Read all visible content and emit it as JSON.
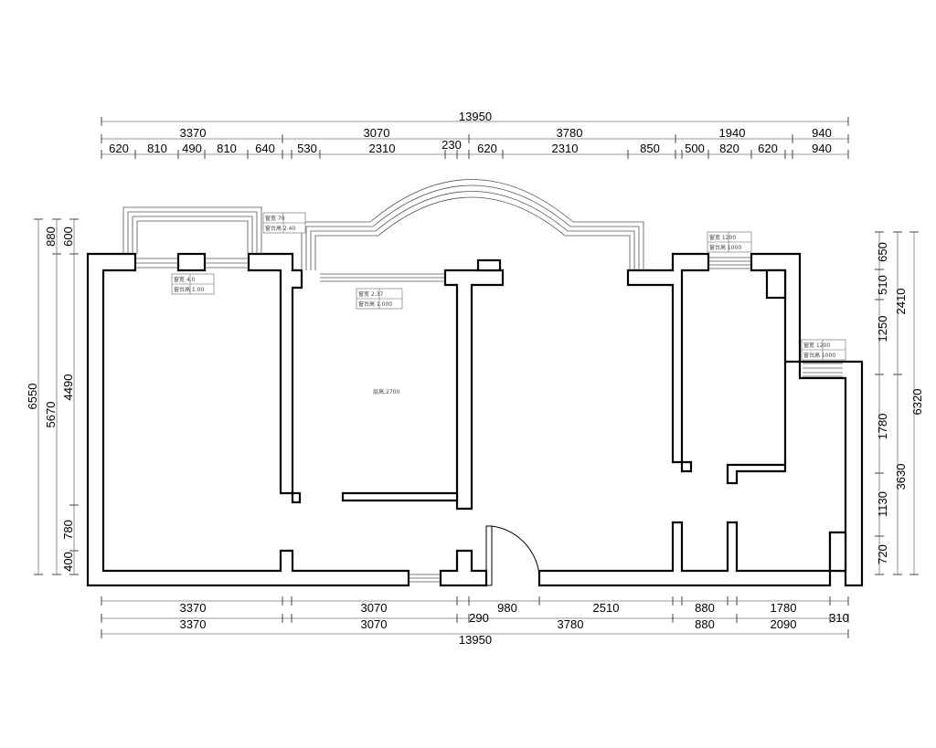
{
  "top_dims": {
    "overall": "13950",
    "segments": [
      "3370",
      "3070",
      "3780",
      "1940",
      "940"
    ],
    "details": [
      "620",
      "810",
      "490",
      "810",
      "640",
      "530",
      "2310",
      "230",
      "620",
      "2310",
      "850",
      "500",
      "820",
      "620",
      "940"
    ]
  },
  "bottom_dims": {
    "row1": [
      "3370",
      "3070",
      "980",
      "2510",
      "880",
      "1780"
    ],
    "row2": [
      "3370",
      "3070",
      "290",
      "3780",
      "880",
      "2090",
      "310"
    ],
    "overall": "13950"
  },
  "left_dims": {
    "overall": "6550",
    "mid": [
      "880",
      "5670"
    ],
    "inner": [
      "600",
      "4490",
      "780",
      "400"
    ]
  },
  "right_dims": {
    "inner": [
      "650",
      "510",
      "1250",
      "1780",
      "1130",
      "720"
    ],
    "mid": [
      "2410",
      "3630"
    ],
    "overall": "6320"
  },
  "tags": [
    {
      "line1": "窗宽 4.0",
      "line2": "窗台高 1.00"
    },
    {
      "line1": "窗宽 70",
      "line2": "窗台高 2.40"
    },
    {
      "line1": "窗宽 2.37",
      "line2": "窗台高 1.000"
    },
    {
      "line1": "窗宽 1200",
      "line2": "窗台高 1000"
    },
    {
      "line1": "窗宽 1200",
      "line2": "窗台高 1000"
    }
  ],
  "room_label": "层高:2700"
}
